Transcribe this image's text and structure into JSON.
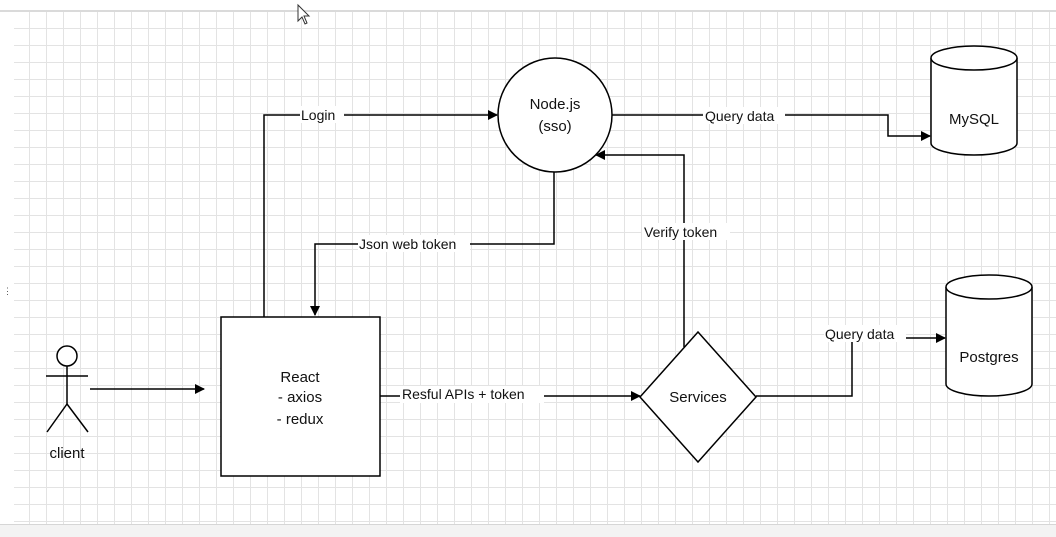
{
  "diagram": {
    "nodes": {
      "client": "client",
      "react": [
        "React",
        "- axios",
        "- redux"
      ],
      "nodejs": [
        "Node.js",
        "(sso)"
      ],
      "services": "Services",
      "mysql": "MySQL",
      "postgres": "Postgres"
    },
    "edges": {
      "login": "Login",
      "jwt": "Json web token",
      "query_mysql": "Query data",
      "verify": "Verify token",
      "resful": "Resful APIs + token",
      "query_pg": "Query data"
    }
  },
  "colors": {
    "stroke": "#000000",
    "grid": "#e3e3e3",
    "background": "#ffffff"
  }
}
